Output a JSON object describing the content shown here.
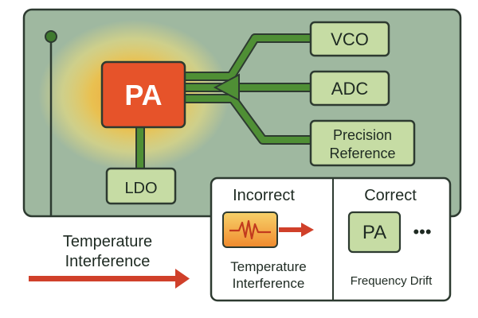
{
  "board": {
    "pa_label": "PA",
    "ldo_label": "LDO",
    "vco_label": "VCO",
    "adc_label": "ADC",
    "precision_ref_line1": "Precision",
    "precision_ref_line2": "Reference"
  },
  "outside": {
    "temp_line1": "Temperature",
    "temp_line2": "Interference"
  },
  "comparison": {
    "incorrect_title": "Incorrect",
    "incorrect_caption_line1": "Temperature",
    "incorrect_caption_line2": "Interference",
    "correct_title": "Correct",
    "correct_chip_label": "PA",
    "correct_dots": "•••",
    "correct_caption": "Frequency Drift"
  },
  "colors": {
    "board_fill": "#9fb8a0",
    "board_stroke": "#2d3a30",
    "module_fill": "#c6dca4",
    "pa_fill": "#e6532a",
    "trace_green": "#3f7a2e",
    "arrow_red": "#d0402a",
    "heat_yellow": "#f4d94a",
    "heat_orange": "#f29a2e"
  },
  "icons": {
    "antenna": "antenna-icon",
    "heat_waveform": "thermal-waveform-icon"
  }
}
